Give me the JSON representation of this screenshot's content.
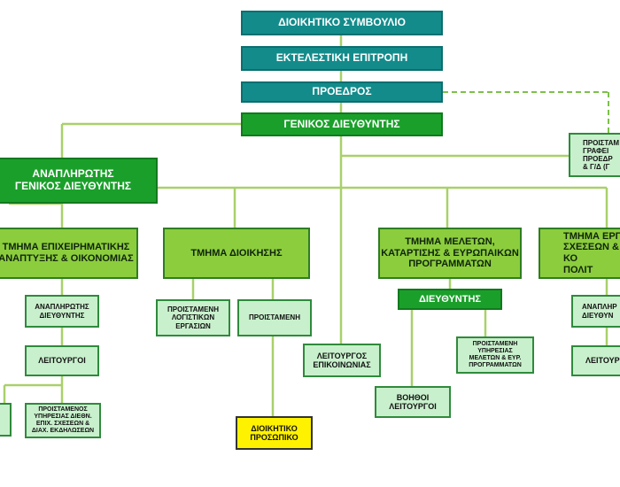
{
  "colors": {
    "teal": "#138b8b",
    "dark_green": "#1aa02a",
    "lime": "#8ccd3e",
    "pale_green": "#c8f0cc",
    "yellow": "#fff200",
    "line": "#a9d06b",
    "dashed": "#7cc04a"
  },
  "boxes": {
    "board": "ΔΙΟΙΚΗΤΙΚΟ ΣΥΜΒΟΥΛΙΟ",
    "executive": "ΕΚΤΕΛΕΣΤΙΚΗ ΕΠΙΤΡΟΠΗ",
    "president": "ΠΡΟΕΔΡΟΣ",
    "general_director": "ΓΕΝΙΚΟΣ ΔΙΕΥΘΥΝΤΗΣ",
    "deputy_general_director": "ΑΝΑΠΛΗΡΩΤΗΣ\nΓΕΝΙΚΟΣ ΔΙΕΥΘΥΝΤΗΣ",
    "president_office_head": "ΠΡΟΙΣΤΑΜ\nΓΡΑΦΕΙ\nΠΡΟΕΔΡ\n& Γ/Δ (Γ",
    "business_dept": "ΤΜΗΜΑ ΕΠΙΧΕΙΡΗΜΑΤΙΚΗΣ\nΑΝΑΠΤΥΞΗΣ & ΟΙΚΟΝΟΜΙΑΣ",
    "admin_dept": "ΤΜΗΜΑ ΔΙΟΙΚΗΣΗΣ",
    "studies_dept": "ΤΜΗΜΑ ΜΕΛΕΤΩΝ,\nΚΑΤΑΡΤΙΣΗΣ & ΕΥΡΩΠΑΙΚΩΝ\nΠΡΟΓΡΑΜΜΑΤΩΝ",
    "works_dept": "ΤΜΗΜΑ ΕΡΓ\nΣΧΕΣΕΩΝ & ΚΟ\nΠΟΛΙΤ",
    "business_deputy_director": "ΑΝΑΠΛΗΡΩΤΗΣ\nΔΙΕΥΘΥΝΤΗΣ",
    "business_officers": "ΛΕΙΤΟΥΡΓΟΙ",
    "business_left_cut": "",
    "intl_relations_head": "ΠΡΟΙΣΤΑΜΕΝΟΣ\nΥΠΗΡΕΣΙΑΣ ΔΙΕΘΝ.\nΕΠΙΧ. ΣΧΕΣΕΩΝ &\nΔΙΑΧ. ΕΚΔΗΛΩΣΕΩΝ",
    "accounting_head": "ΠΡΟΙΣΤΑΜΕΝΗ\nΛΟΓΙΣΤΙΚΩΝ\nΕΡΓΑΣΙΩΝ",
    "admin_head": "ΠΡΟΙΣΤΑΜΕΝΗ",
    "admin_staff": "ΔΙΟΙΚΗΤΙΚΟ\nΠΡΟΣΩΠΙΚΟ",
    "communication_officer": "ΛΕΙΤΟΥΡΓΟΣ\nΕΠΙΚΟΙΝΩΝΙΑΣ",
    "studies_director": "ΔΙΕΥΘΥΝΤΗΣ",
    "studies_head": "ΠΡΟΙΣΤΑΜΕΝΗ\nΥΠΗΡΕΣΙΑΣ\nΜΕΛΕΤΩΝ & ΕΥΡ.\nΠΡΟΓΡΑΜΜΑΤΩΝ",
    "assistant_officers": "ΒΟΗΘΟΙ\nΛΕΙΤΟΥΡΓΟΙ",
    "works_deputy_director": "ΑΝΑΠΛΗΡ\nΔΙΕΥΘΥΝ",
    "works_officers": "ΛΕΙΤΟΥΡ"
  }
}
